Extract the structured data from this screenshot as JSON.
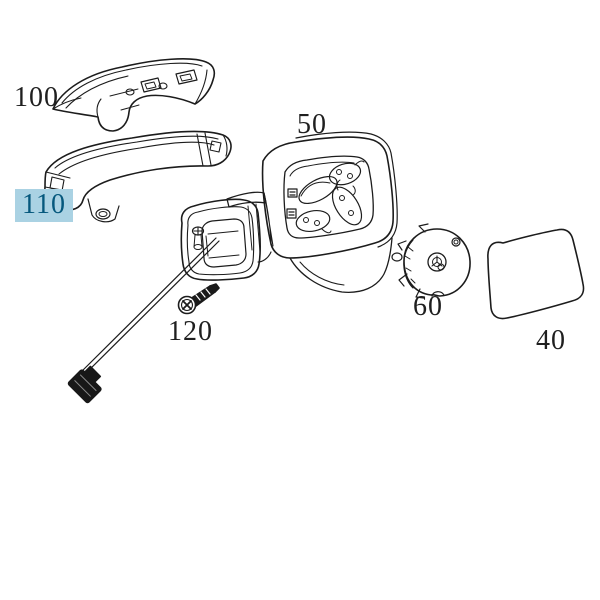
{
  "parts": {
    "p100": {
      "label": "100",
      "highlighted": false
    },
    "p110": {
      "label": "110",
      "highlighted": true
    },
    "p50": {
      "label": "50",
      "highlighted": false
    },
    "p120": {
      "label": "120",
      "highlighted": false
    },
    "p60": {
      "label": "60",
      "highlighted": false
    },
    "p40": {
      "label": "40",
      "highlighted": false
    }
  },
  "colors": {
    "background": "#ffffff",
    "line": "#1c1c1c",
    "highlight_background": "#aad2e3",
    "highlight_text": "#05587d",
    "label_text": "#1f1f1f"
  }
}
